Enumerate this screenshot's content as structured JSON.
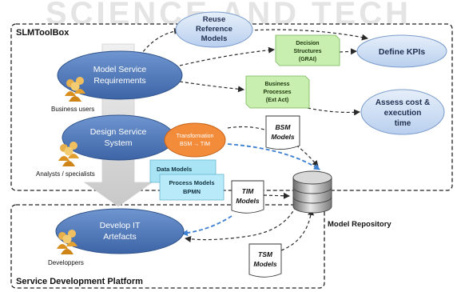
{
  "watermark": "SCIENCE AND TECH",
  "groups": {
    "toolbox": "SLMToolBox",
    "platform": "Service Development Platform"
  },
  "nodes": {
    "model_service_requirements": [
      "Model Service",
      "Requirements"
    ],
    "design_service_system": [
      "Design Service",
      "System"
    ],
    "develop_it_artefacts": [
      "Develop IT",
      "Artefacts"
    ],
    "reuse_reference_models": [
      "Reuse",
      "Reference",
      "Models"
    ],
    "define_kpis": "Define KPIs",
    "assess_cost": [
      "Assess cost &",
      "execution",
      "time"
    ],
    "transformation": [
      "Transformation",
      "BSM → TIM"
    ],
    "decision_structures": [
      "Decision",
      "Structures",
      "(GRAI)"
    ],
    "business_processes": [
      "Business",
      "Processes",
      "(Ext Act)"
    ],
    "data_models": "Data Models",
    "process_models": [
      "Process Models",
      "BPMN"
    ],
    "bsm_models": [
      "BSM",
      "Models"
    ],
    "tim_models": [
      "TIM",
      "Models"
    ],
    "tsm_models": [
      "TSM",
      "Models"
    ],
    "model_repository": "Model Repository"
  },
  "actors": {
    "business_users": "Business users",
    "analysts": "Analysts / specialists",
    "developpers": "Developpers"
  },
  "colors": {
    "blue_ellipse": "#4a74b5",
    "light_ellipse": "#cfdff3",
    "green_note": "#c9efb0",
    "orange": "#f28c3b",
    "cyan_note": "#a9e4f5",
    "dashed_arrow": "#3d7fd0"
  }
}
